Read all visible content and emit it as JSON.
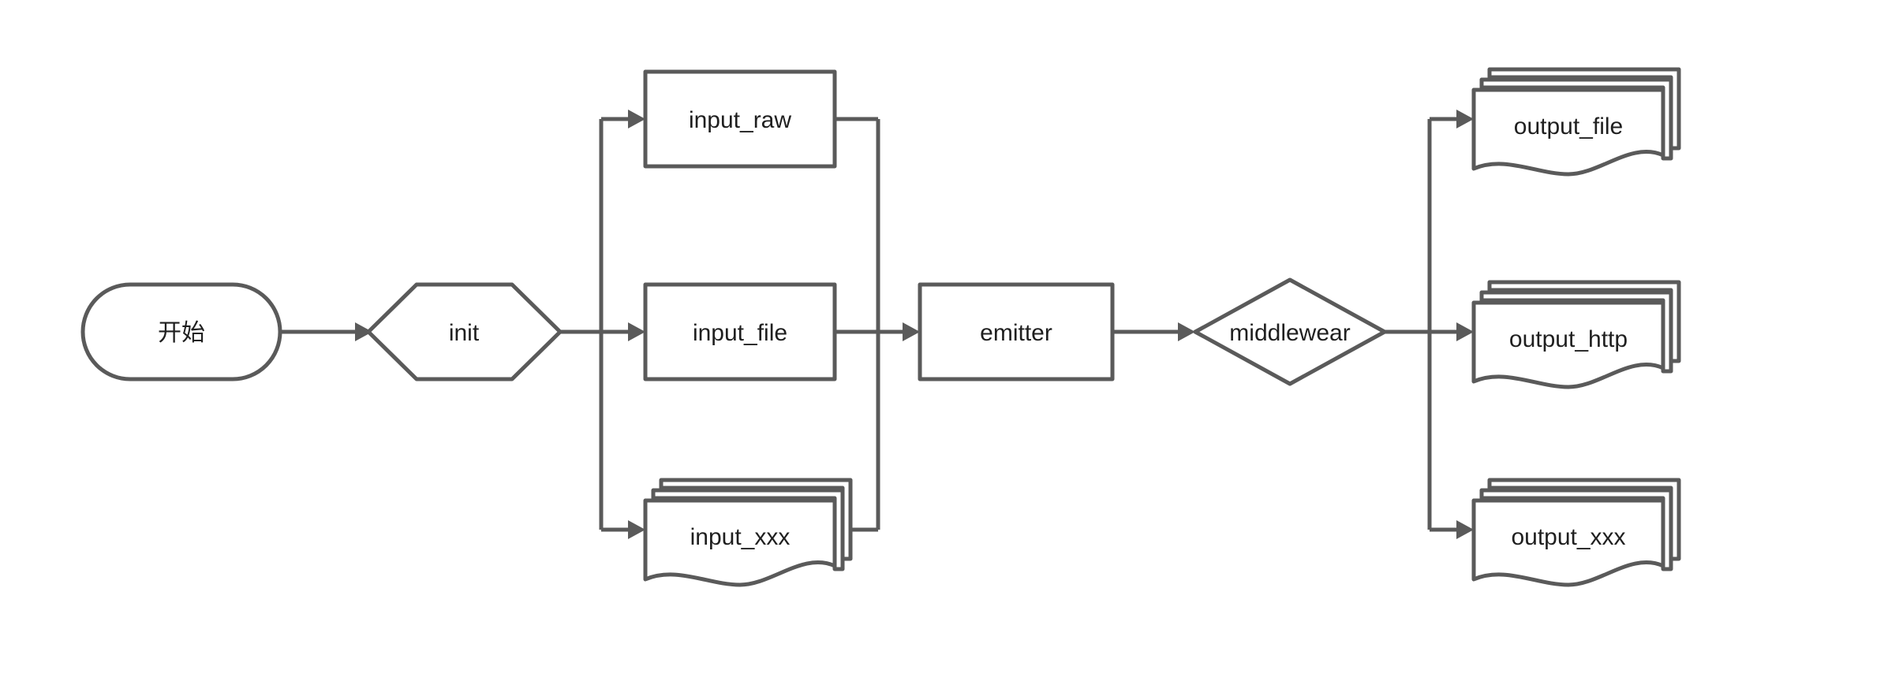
{
  "diagram": {
    "title": "data pipeline flowchart",
    "background_color": "#ffffff",
    "stroke_color": "#5a5a5a",
    "text_color": "#1f1f1f",
    "node_fill": "#ffffff",
    "orientation": "left-to-right",
    "nodes": {
      "start": {
        "label": "开始",
        "shape": "stadium"
      },
      "init": {
        "label": "init",
        "shape": "hexagon"
      },
      "input_raw": {
        "label": "input_raw",
        "shape": "rectangle"
      },
      "input_file": {
        "label": "input_file",
        "shape": "rectangle"
      },
      "input_xxx": {
        "label": "input_xxx",
        "shape": "multi-document"
      },
      "emitter": {
        "label": "emitter",
        "shape": "rectangle"
      },
      "middlewear": {
        "label": "middlewear",
        "shape": "diamond"
      },
      "output_file": {
        "label": "output_file",
        "shape": "multi-document"
      },
      "output_http": {
        "label": "output_http",
        "shape": "multi-document"
      },
      "output_xxx": {
        "label": "output_xxx",
        "shape": "multi-document"
      }
    },
    "edges": [
      {
        "from": "start",
        "to": "init"
      },
      {
        "from": "init",
        "to": "input_raw"
      },
      {
        "from": "init",
        "to": "input_file"
      },
      {
        "from": "init",
        "to": "input_xxx"
      },
      {
        "from": "input_raw",
        "to": "emitter"
      },
      {
        "from": "input_file",
        "to": "emitter"
      },
      {
        "from": "input_xxx",
        "to": "emitter"
      },
      {
        "from": "emitter",
        "to": "middlewear"
      },
      {
        "from": "middlewear",
        "to": "output_file"
      },
      {
        "from": "middlewear",
        "to": "output_http"
      },
      {
        "from": "middlewear",
        "to": "output_xxx"
      }
    ]
  }
}
